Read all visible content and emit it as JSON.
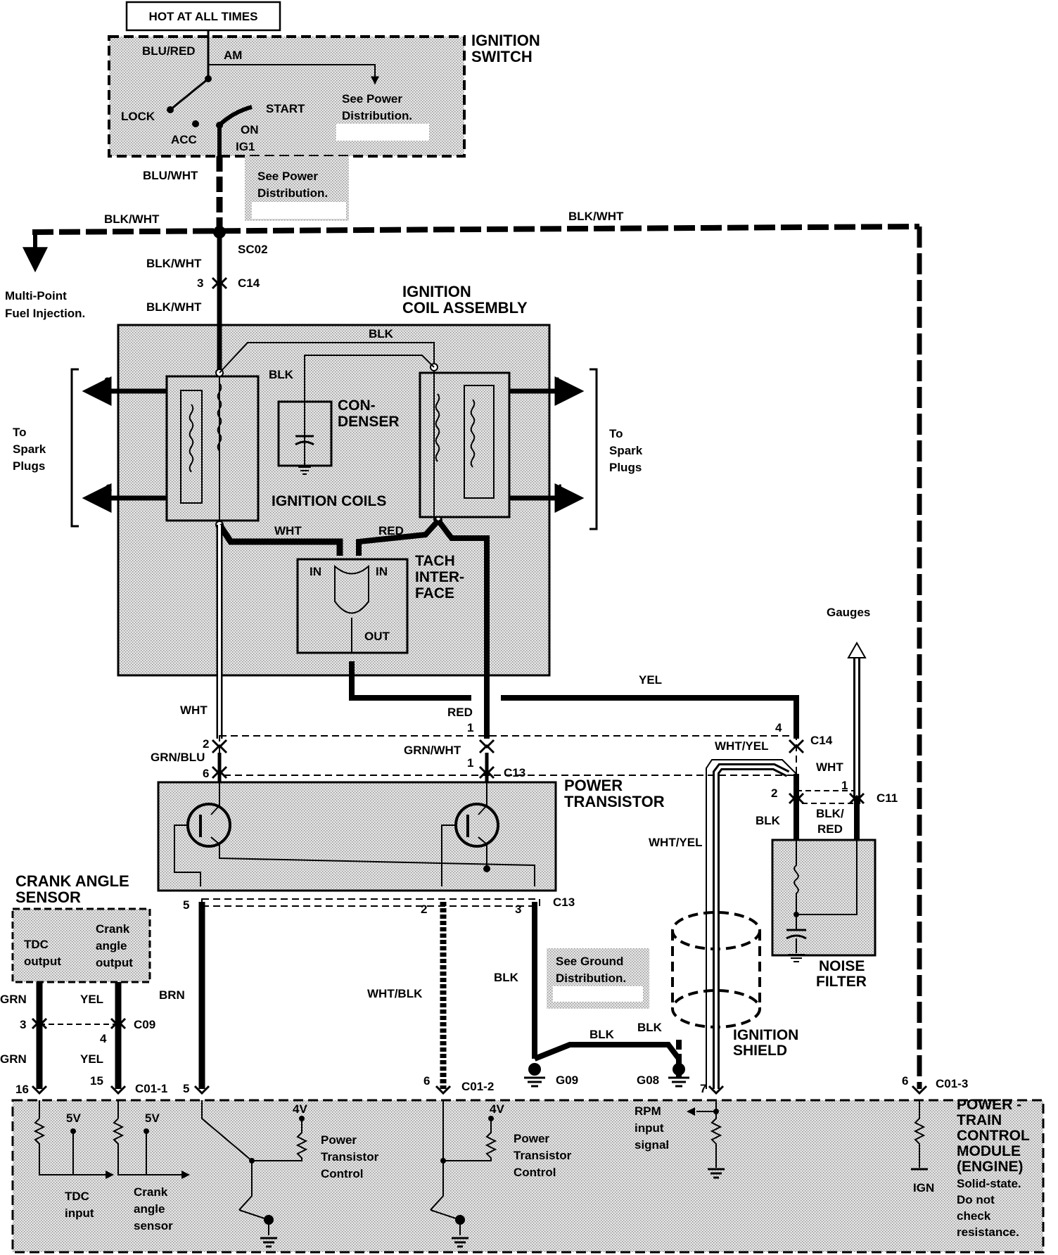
{
  "title_box": "HOT AT ALL TIMES",
  "ignition_switch": {
    "title": [
      "IGNITION",
      "SWITCH"
    ],
    "terminals": {
      "am": "AM",
      "lock": "LOCK",
      "acc": "ACC",
      "start": "START",
      "on": "ON",
      "ig1": "IG1"
    },
    "wire_in": "BLU/RED",
    "note": [
      "See Power",
      "Distribution."
    ]
  },
  "power_note": [
    "See Power",
    "Distribution."
  ],
  "ground_note": [
    "See Ground",
    "Distribution."
  ],
  "splice": "SC02",
  "mpfi": [
    "Multi-Point",
    "Fuel Injection."
  ],
  "coil_assembly": {
    "title": [
      "IGNITION",
      "COIL ASSEMBLY"
    ],
    "coils_label": "IGNITION COILS",
    "condenser": [
      "CON-",
      "DENSER"
    ],
    "tach": [
      "TACH",
      "INTER-",
      "FACE"
    ],
    "tach_in": "IN",
    "tach_out": "OUT",
    "spark_left": [
      "To",
      "Spark",
      "Plugs"
    ],
    "spark_right": [
      "To",
      "Spark",
      "Plugs"
    ],
    "plug_nums": [
      "1",
      "2",
      "3",
      "4"
    ]
  },
  "power_transistor": [
    "POWER",
    "TRANSISTOR"
  ],
  "crank_sensor": {
    "title": [
      "CRANK ANGLE",
      "SENSOR"
    ],
    "tdc": [
      "TDC",
      "output"
    ],
    "crank": [
      "Crank",
      "angle",
      "output"
    ]
  },
  "noise_filter": [
    "NOISE",
    "FILTER"
  ],
  "ignition_shield": [
    "IGNITION",
    "SHIELD"
  ],
  "gauges": "Gauges",
  "pcm": {
    "title": [
      "POWER -",
      "TRAIN",
      "CONTROL",
      "MODULE",
      "(ENGINE)"
    ],
    "note": [
      "Solid-state.",
      "Do not",
      "check",
      "resistance."
    ],
    "tdc_input": [
      "TDC",
      "input"
    ],
    "crank_sensor": [
      "Crank",
      "angle",
      "sensor"
    ],
    "ptc": [
      "Power",
      "Transistor",
      "Control"
    ],
    "rpm": [
      "RPM",
      "input",
      "signal"
    ],
    "v5": "5V",
    "v4": "4V",
    "ign": "IGN"
  },
  "wires": {
    "blu_wht": "BLU/WHT",
    "blk_wht": "BLK/WHT",
    "blk": "BLK",
    "wht": "WHT",
    "red": "RED",
    "yel": "YEL",
    "grn_blu": "GRN/BLU",
    "grn_wht": "GRN/WHT",
    "wht_yel": "WHT/YEL",
    "blk_red": [
      "BLK/",
      "RED"
    ],
    "brn": "BRN",
    "wht_blk": "WHT/BLK",
    "grn": "GRN"
  },
  "connectors": {
    "c14": "C14",
    "c13": "C13",
    "c11": "C11",
    "c09": "C09",
    "c01_1": "C01-1",
    "c01_2": "C01-2",
    "c01_3": "C01-3",
    "g09": "G09",
    "g08": "G08"
  },
  "pins": {
    "p1": "1",
    "p2": "2",
    "p3": "3",
    "p4": "4",
    "p5": "5",
    "p6": "6",
    "p7": "7",
    "p15": "15",
    "p16": "16"
  }
}
